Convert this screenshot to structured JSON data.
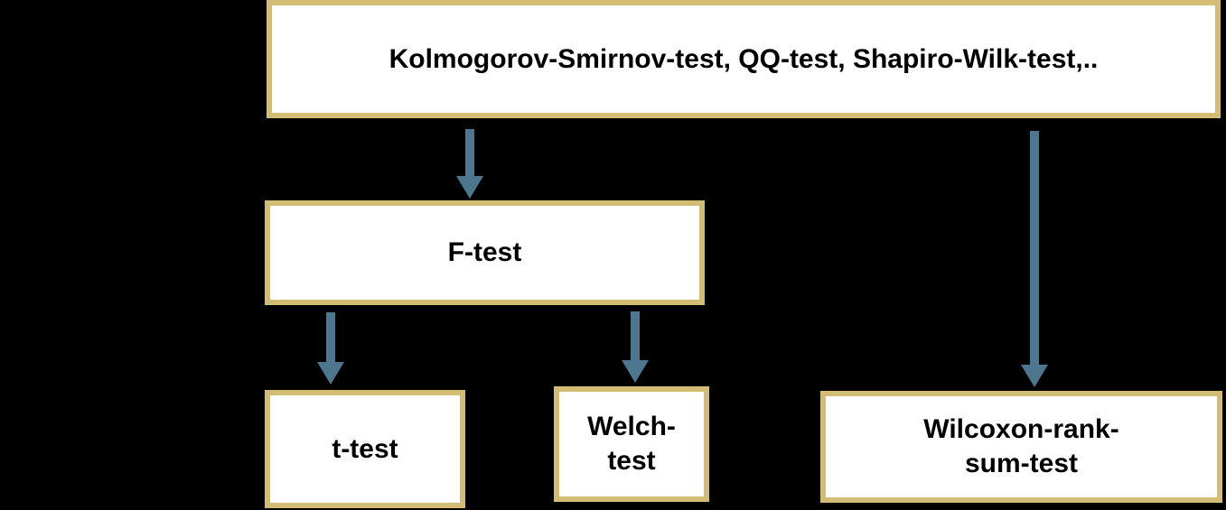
{
  "diagram": {
    "type": "flowchart",
    "topic": "statistical hypothesis test selection",
    "colors": {
      "background": "#000000",
      "box_fill": "#ffffff",
      "box_border": "#d3bc73",
      "arrow": "#4d768f",
      "text": "#000000"
    },
    "nodes": {
      "normality": {
        "label": "Kolmogorov-Smirnov-test, QQ-test, Shapiro-Wilk-test,.."
      },
      "f_test": {
        "label": "F-test"
      },
      "t_test": {
        "label": "t-test"
      },
      "welch": {
        "label": "Welch-test",
        "lines": [
          "Welch-",
          "test"
        ]
      },
      "wilcoxon": {
        "label": "Wilcoxon-rank-sum-test",
        "lines": [
          "Wilcoxon-rank-",
          "sum-test"
        ]
      }
    },
    "edges": [
      {
        "from": "normality",
        "to": "f_test"
      },
      {
        "from": "normality",
        "to": "wilcoxon"
      },
      {
        "from": "f_test",
        "to": "t_test"
      },
      {
        "from": "f_test",
        "to": "welch"
      }
    ]
  }
}
